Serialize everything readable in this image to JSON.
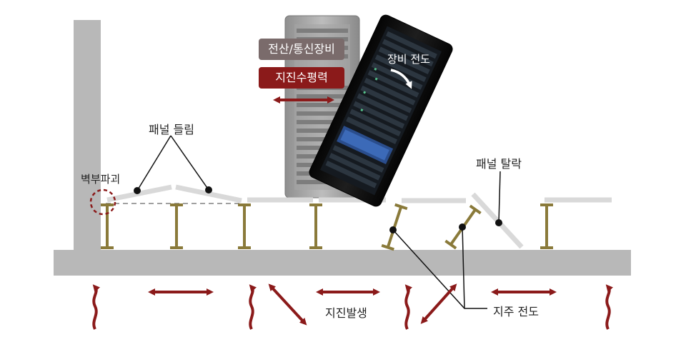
{
  "labels": {
    "equipment": "전산/통신장비",
    "seismic_force": "지진수평력",
    "equipment_overturn": "장비 전도",
    "panel_lift": "패널 들림",
    "wall_failure": "벽부파괴",
    "panel_detach": "패널 탈락",
    "earthquake": "지진발생",
    "pedestal_overturn": "지주 전도"
  },
  "colors": {
    "accent": "#8b1a1a",
    "tag_gray": "#7a6b6b",
    "structure": "#b8b8b8",
    "panel": "#d9d9d9",
    "pedestal": "#8a7a3a",
    "rack": "#111111"
  }
}
